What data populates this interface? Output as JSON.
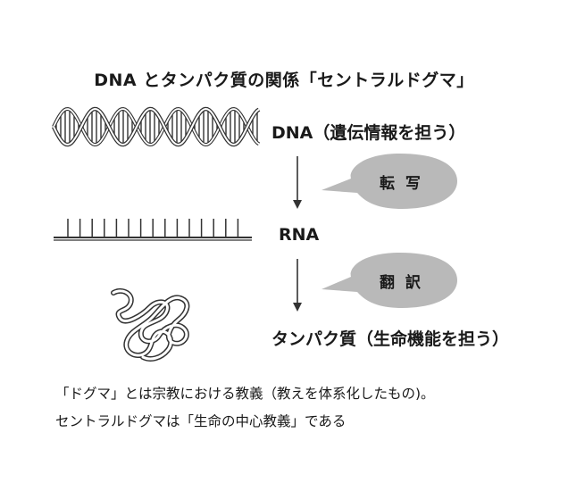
{
  "title": "DNA とタンパク質の関係「セントラルドグマ」",
  "labels": {
    "dna": "DNA（遺伝情報を担う）",
    "rna": "RNA",
    "protein": "タンパク質（生命機能を担う）"
  },
  "bubbles": {
    "transcription": "転 写",
    "translation": "翻 訳"
  },
  "notes": {
    "line1": "「ドグマ」とは宗教における教義（教えを体系化したもの)。",
    "line2": "セントラルドグマは「生命の中心教義」である"
  },
  "colors": {
    "bubble": "#b9b9b9",
    "text": "#1a1a1a",
    "line": "#333333"
  }
}
